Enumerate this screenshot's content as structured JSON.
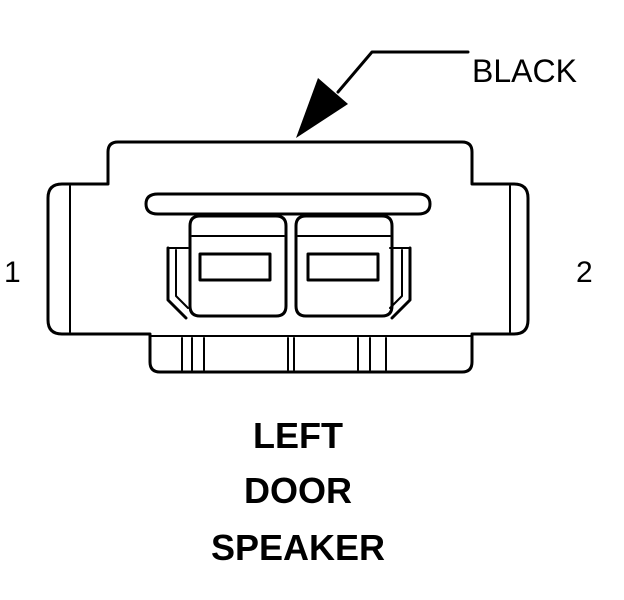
{
  "connector": {
    "color_label": "BLACK",
    "pin_left": "1",
    "pin_right": "2",
    "title_lines": [
      "LEFT",
      "DOOR",
      "SPEAKER"
    ]
  },
  "colors": {
    "stroke": "#000000",
    "background": "#ffffff"
  }
}
